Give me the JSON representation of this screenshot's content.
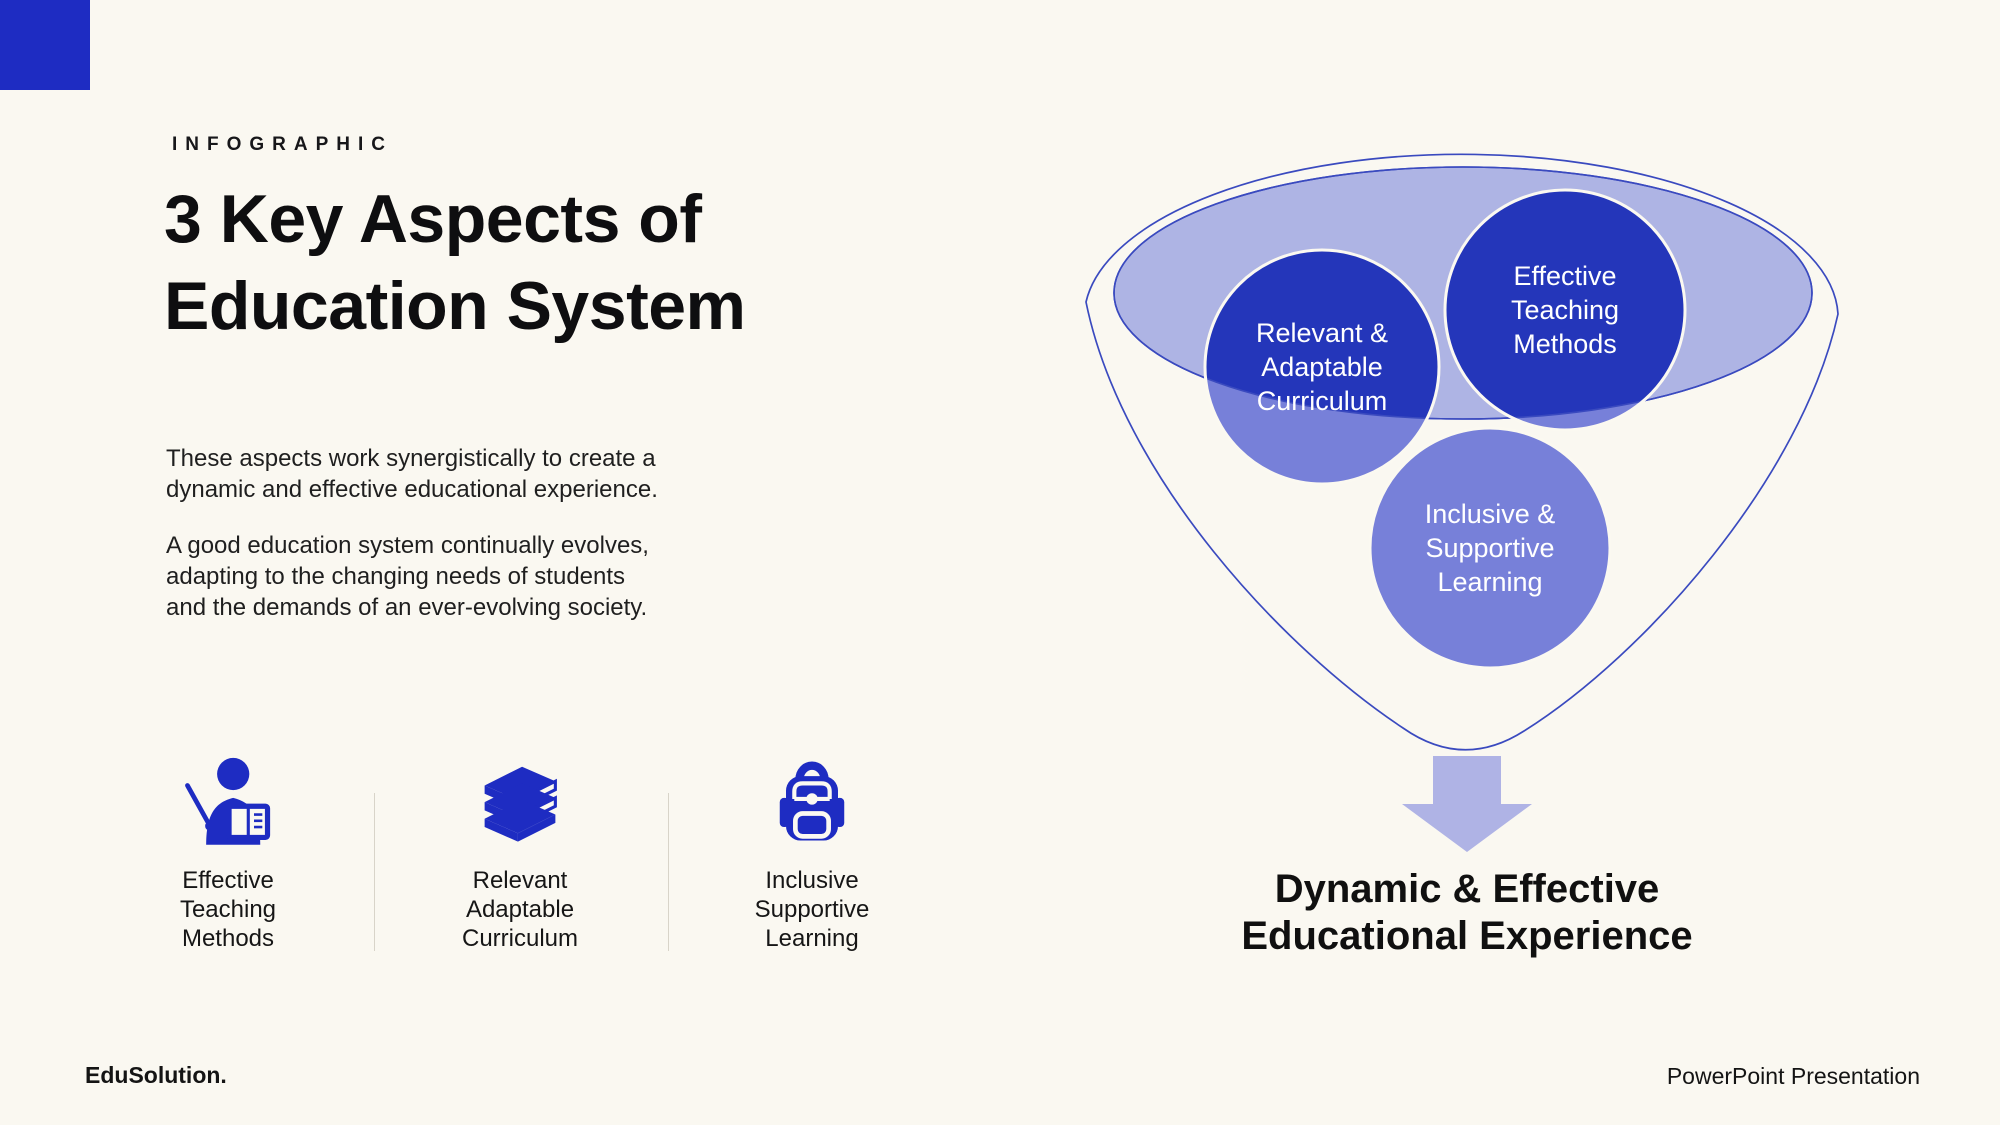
{
  "colors": {
    "bg": "#FAF8F1",
    "accent": "#1E2CC2",
    "dark-blue": "#2436BA",
    "mid-blue": "#7780D9",
    "light-blue": "#AEB4E4",
    "arrow-blue": "#AFB3E5",
    "line-blue": "#3A4ABF",
    "stroke-cream": "#FBF9F1",
    "text-dark": "#141414",
    "divider": "#D8D4C9"
  },
  "slide": {
    "kicker": "INFOGRAPHIC",
    "title_lines": [
      "3 Key Aspects of",
      "Education System"
    ],
    "paragraphs": [
      [
        "These aspects work synergistically to create a",
        "dynamic and effective educational experience."
      ],
      [
        "A good education system continually evolves,",
        "adapting to the changing needs of students",
        "and the demands of an ever-evolving society."
      ]
    ]
  },
  "features": [
    {
      "icon": "teacher-icon",
      "label_lines": [
        "Effective",
        "Teaching",
        "Methods"
      ]
    },
    {
      "icon": "books-icon",
      "label_lines": [
        "Relevant",
        "Adaptable",
        "Curriculum"
      ]
    },
    {
      "icon": "backpack-icon",
      "label_lines": [
        "Inclusive",
        "Supportive",
        "Learning"
      ]
    }
  ],
  "funnel": {
    "bubbles": [
      {
        "label_lines": [
          "Relevant &",
          "Adaptable",
          "Curriculum"
        ]
      },
      {
        "label_lines": [
          "Effective",
          "Teaching",
          "Methods"
        ]
      },
      {
        "label_lines": [
          "Inclusive &",
          "Supportive",
          "Learning"
        ]
      }
    ],
    "caption_lines": [
      "Dynamic & Effective",
      "Educational Experience"
    ]
  },
  "footer": {
    "left": "EduSolution.",
    "right": "PowerPoint Presentation"
  }
}
